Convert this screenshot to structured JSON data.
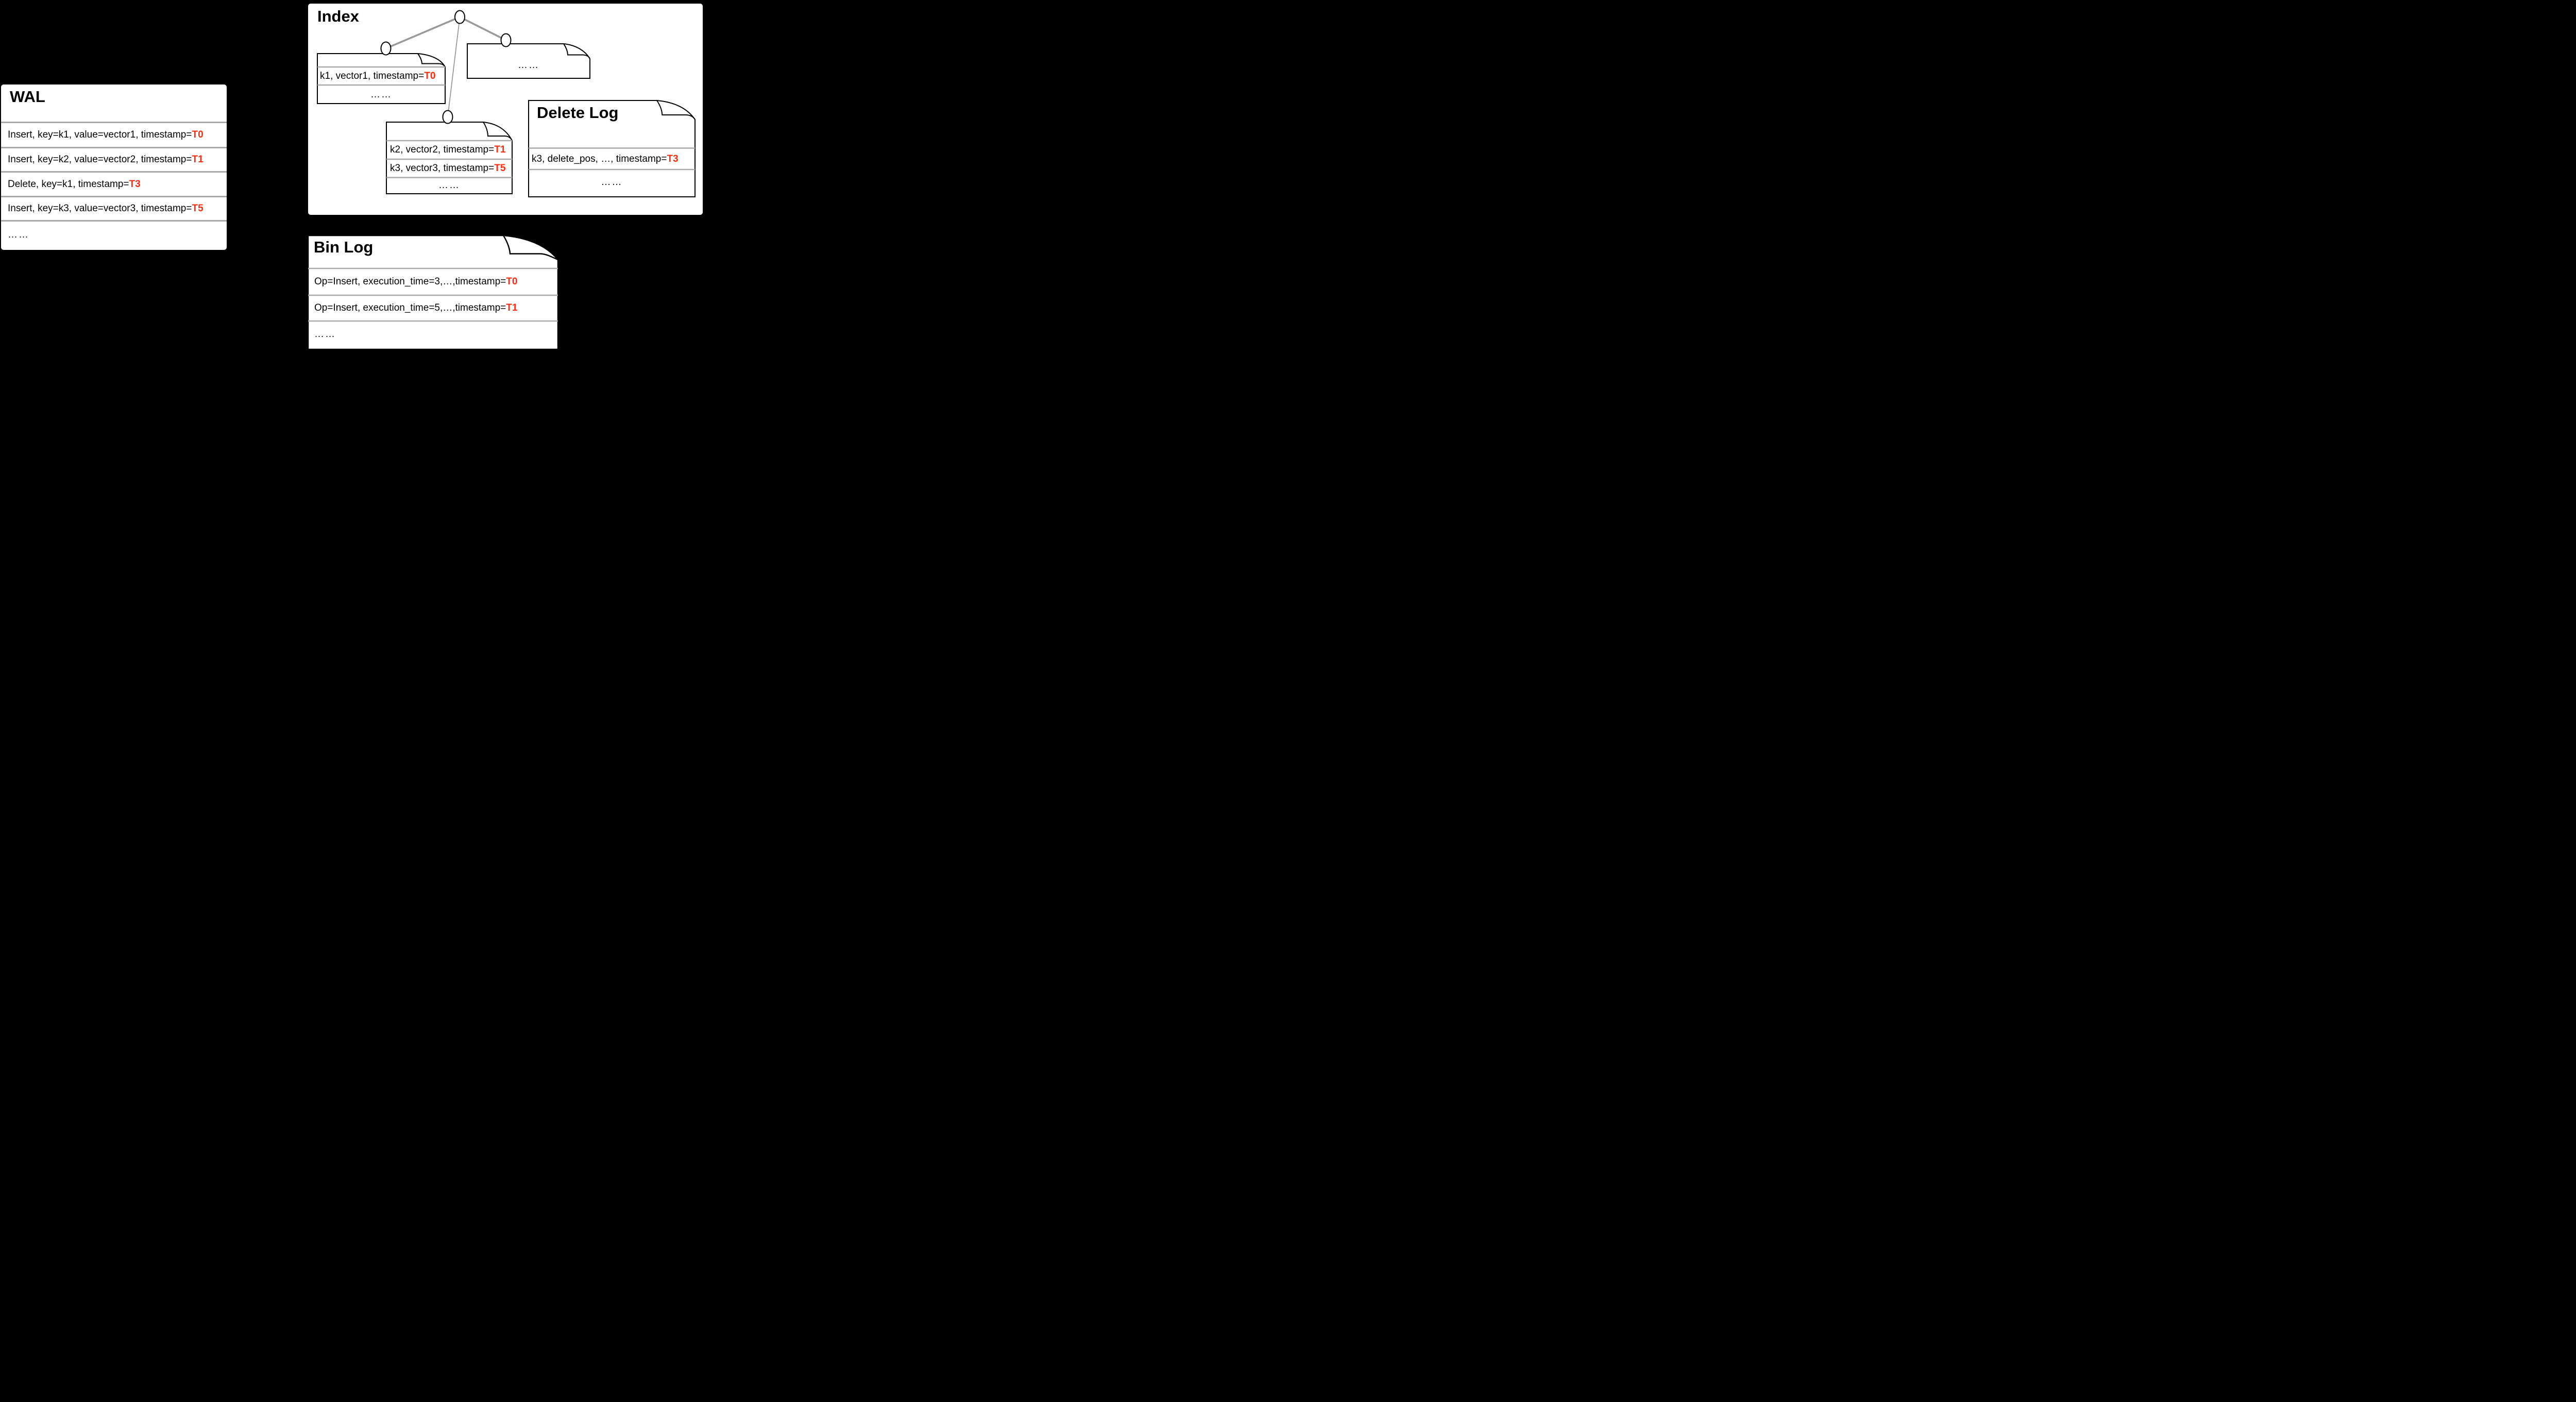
{
  "colors": {
    "background": "#000000",
    "panel": "#ffffff",
    "divider": "#a9a9a9",
    "tree_edge": "#999999",
    "outline": "#000000",
    "timestamp_red": "#ff2a0b"
  },
  "wal": {
    "title": "WAL",
    "rows": [
      {
        "text": "Insert, key=k1, value=vector1, timestamp=",
        "ts": "T0"
      },
      {
        "text": "Insert, key=k2, value=vector2, timestamp=",
        "ts": "T1"
      },
      {
        "text": "Delete, key=k1, timestamp=",
        "ts": "T3"
      },
      {
        "text": "Insert, key=k3, value=vector3, timestamp=",
        "ts": "T5"
      }
    ],
    "more": "……"
  },
  "index": {
    "title": "Index",
    "segment_k1": {
      "rows": [
        {
          "text": "k1, vector1, timestamp=",
          "ts": "T0"
        }
      ],
      "more": "……"
    },
    "segment_k2k3": {
      "rows": [
        {
          "text": "k2, vector2, timestamp=",
          "ts": "T1"
        },
        {
          "text": "k3, vector3, timestamp=",
          "ts": "T5"
        }
      ],
      "more": "……"
    },
    "segment_more": {
      "label": "……"
    }
  },
  "delete_log": {
    "title": "Delete Log",
    "rows": [
      {
        "text": "k3, delete_pos, …, timestamp=",
        "ts": "T3"
      }
    ],
    "more": "……"
  },
  "bin_log": {
    "title": "Bin Log",
    "rows": [
      {
        "text": "Op=Insert, execution_time=3,…,timestamp=",
        "ts": "T0"
      },
      {
        "text": "Op=Insert, execution_time=5,…,timestamp=",
        "ts": "T1"
      }
    ],
    "more": "……"
  }
}
